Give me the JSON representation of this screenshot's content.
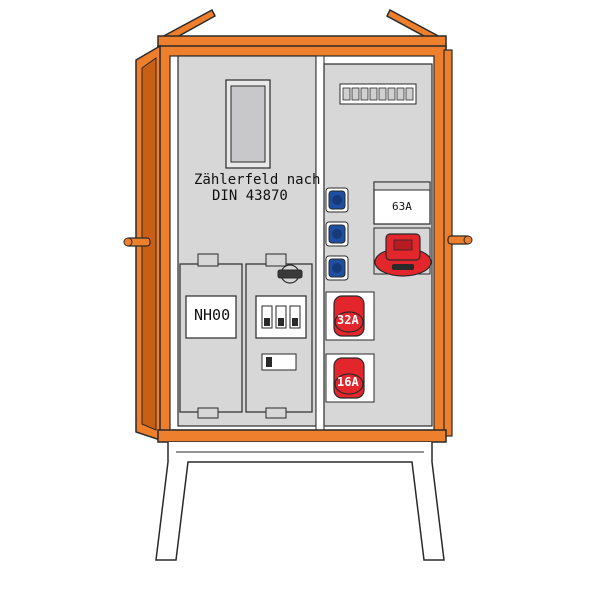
{
  "colors": {
    "housing_orange": "#ee7f2d",
    "housing_dark": "#c85f14",
    "panel_gray": "#d7d7d8",
    "outline": "#2a2a2a",
    "socket_red": "#e3262c",
    "socket_blue": "#1f4fa0",
    "frame_white": "#ffffff"
  },
  "labels": {
    "meter_field_line1": "Zählerfeld nach",
    "meter_field_line2": "DIN 43870",
    "fuse_label": "NH00",
    "breaker_label": "63A",
    "socket_32": "32A",
    "socket_16": "16A"
  },
  "icons": {
    "cee_red_socket": "cee-socket-icon",
    "schuko_blue_socket": "schuko-socket-icon",
    "rotary_switch": "rotary-switch-icon"
  }
}
